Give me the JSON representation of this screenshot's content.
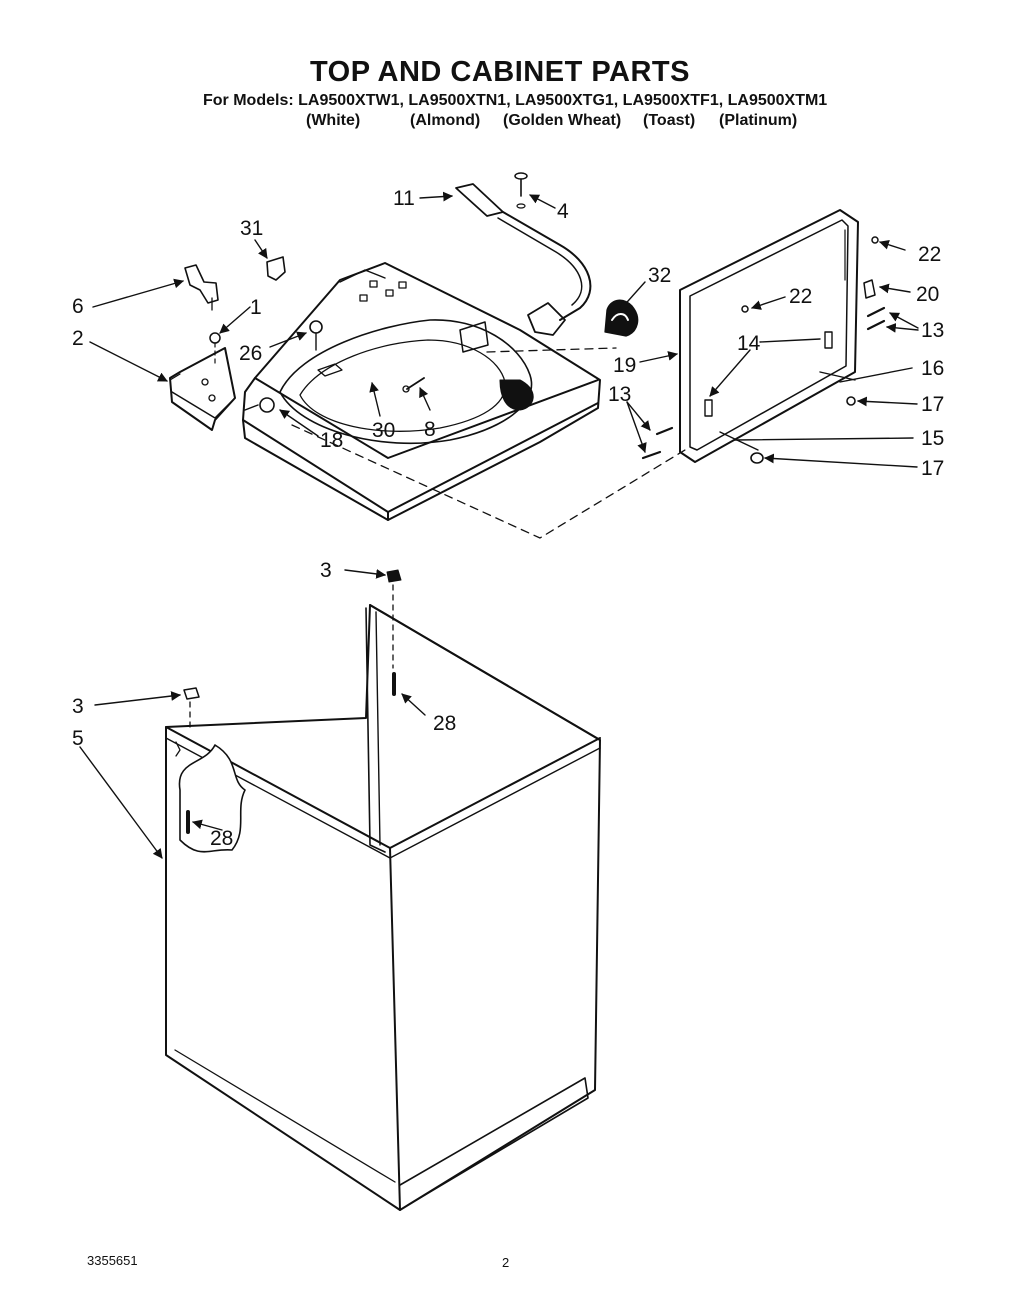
{
  "header": {
    "title": "TOP AND CABINET PARTS",
    "models": "For Models: LA9500XTW1, LA9500XTN1, LA9500XTG1, LA9500XTF1, LA9500XTM1",
    "colors": [
      "(White)",
      "(Almond)",
      "(Golden Wheat)",
      "(Toast)",
      "(Platinum)"
    ]
  },
  "callouts": [
    "11",
    "4",
    "31",
    "32",
    "22",
    "22",
    "20",
    "6",
    "1",
    "13",
    "2",
    "26",
    "14",
    "19",
    "16",
    "13",
    "17",
    "18",
    "30",
    "8",
    "15",
    "17",
    "3",
    "3",
    "28",
    "5",
    "28"
  ],
  "footer": {
    "part_number": "3355651",
    "page_number": "2"
  }
}
